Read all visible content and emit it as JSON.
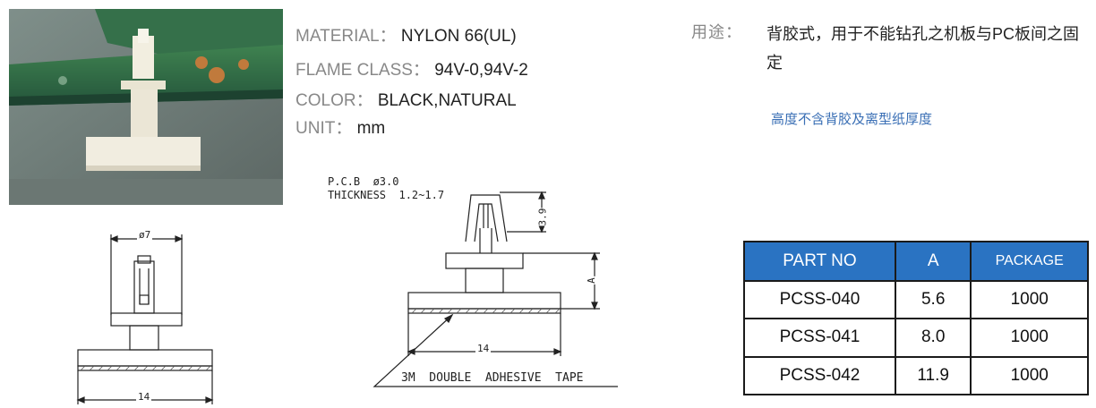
{
  "specs": [
    {
      "label": "MATERIAL：",
      "value": "NYLON 66(UL)"
    },
    {
      "label": "FLAME CLASS：",
      "value": "94V-0,94V-2"
    },
    {
      "label": "COLOR：",
      "value": "BLACK,NATURAL"
    },
    {
      "label": "UNIT：",
      "value": "mm"
    }
  ],
  "usage": {
    "label": "用途：",
    "text": "背胶式，用于不能钻孔之机板与PC板间之固定"
  },
  "note": "高度不含背胶及离型纸厚度",
  "drawing_left": {
    "top_dim": "ø7",
    "bottom_dim": "14"
  },
  "drawing_mid": {
    "pcb_label": "P.C.B  ø3.0",
    "thickness_label": "THICKNESS  1.2~1.7",
    "height_dim": "3.9",
    "a_dim": "A",
    "width_dim": "14",
    "tape_label": "3M  DOUBLE  ADHESIVE  TAPE"
  },
  "table": {
    "headers": [
      "PART NO",
      "A",
      "PACKAGE"
    ],
    "rows": [
      [
        "PCSS-040",
        "5.6",
        "1000"
      ],
      [
        "PCSS-041",
        "8.0",
        "1000"
      ],
      [
        "PCSS-042",
        "11.9",
        "1000"
      ]
    ]
  },
  "colors": {
    "header_blue": "#2a73c2",
    "label_gray": "#888888",
    "note_blue": "#3a6fb5",
    "pcb_green": "#2f6a3c"
  }
}
